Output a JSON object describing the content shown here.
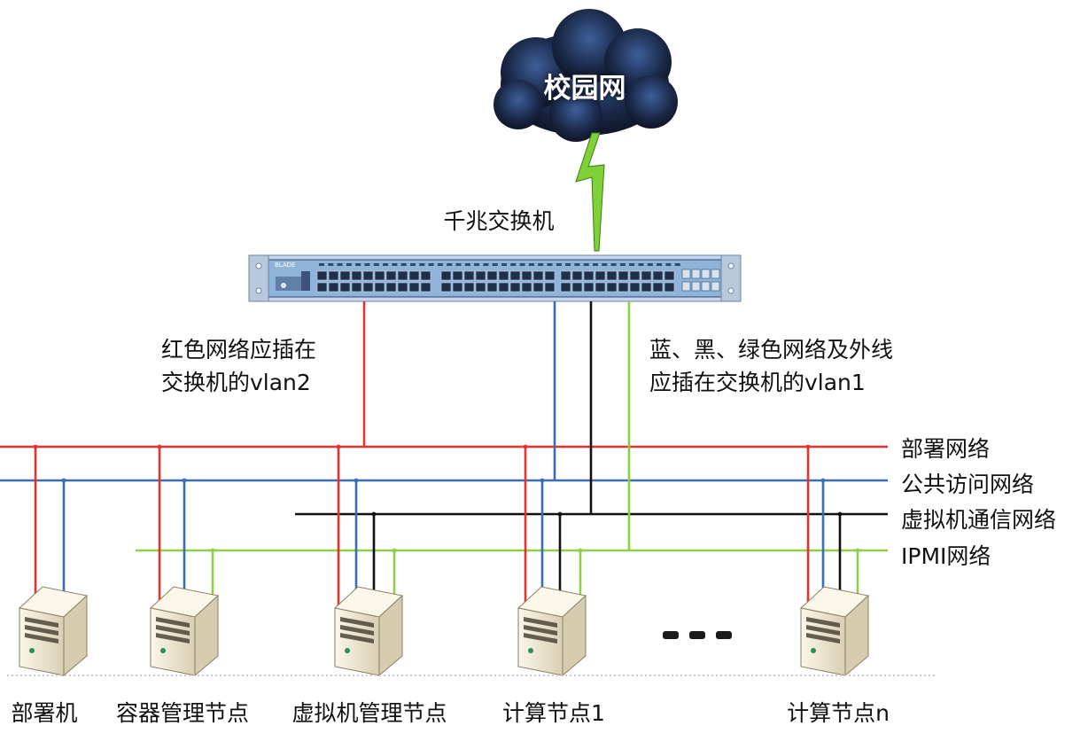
{
  "cloud": {
    "label": "校园网"
  },
  "switch": {
    "label": "千兆交换机",
    "brand": "BLADE"
  },
  "notes": {
    "red_line1": "红色网络应插在",
    "red_line2": "交换机的vlan2",
    "other_line1": "蓝、黑、绿色网络及外线",
    "other_line2": "应插在交换机的vlan1"
  },
  "networks": [
    {
      "label": "部署网络",
      "color": "#e8322c"
    },
    {
      "label": "公共访问网络",
      "color": "#3a6fb4"
    },
    {
      "label": "虚拟机通信网络",
      "color": "#111111"
    },
    {
      "label": "IPMI网络",
      "color": "#8cd04a"
    }
  ],
  "nodes": [
    {
      "label": "部署机"
    },
    {
      "label": "容器管理节点"
    },
    {
      "label": "虚拟机管理节点"
    },
    {
      "label": "计算节点1"
    },
    {
      "label": "计算节点n"
    }
  ],
  "colors": {
    "switch_body": "#8fb3d9",
    "switch_dark": "#2c4a73",
    "server_body": "#f1e9d2",
    "lightning": "#7fd13a"
  }
}
